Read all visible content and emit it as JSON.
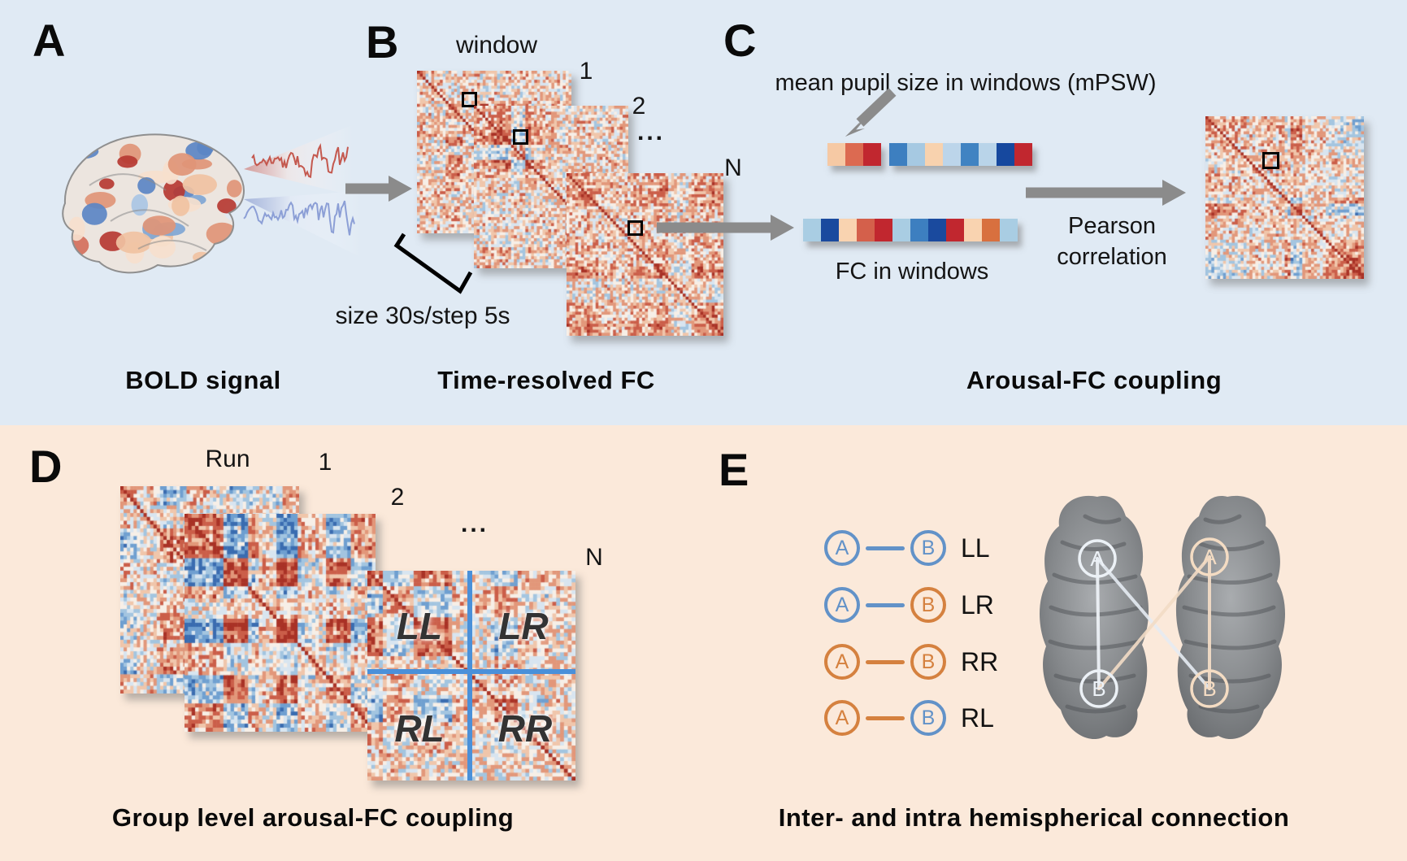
{
  "colors": {
    "bg_top": "#e0eaf4",
    "bg_bottom": "#fbe9da",
    "arrow_gray": "#8b8b8b",
    "series_red": "#c4584e",
    "series_blue": "#8c9fd6",
    "node_blue": "#6292c8",
    "node_orange": "#d5813f",
    "divider_blue": "#4a90d9",
    "hemi_left_node": "#ecf1f6",
    "hemi_right_node": "#f4dcc3"
  },
  "panelA": {
    "label": "A",
    "caption": "BOLD signal"
  },
  "panelB": {
    "label": "B",
    "window_label": "window",
    "numbers": [
      "1",
      "2",
      "...",
      "N"
    ],
    "bracket_note": "size 30s/step 5s",
    "caption": "Time-resolved FC"
  },
  "panelC": {
    "label": "C",
    "pupil_label": "mean pupil size in windows (mPSW)",
    "fc_label": "FC in windows",
    "method": [
      "Pearson",
      "correlation"
    ],
    "caption": "Arousal-FC coupling",
    "mpsw_strip": {
      "gap_after_index": 2,
      "cells": [
        "#f6c9a4",
        "#dc6a51",
        "#c1272f",
        "#3d7fc0",
        "#a6c9e2",
        "#f8d2ae",
        "#bcd5ea",
        "#4083c2",
        "#b9d4e9",
        "#16489e",
        "#c1272f"
      ]
    },
    "fc_strip": {
      "cells": [
        "#a9cde3",
        "#1a4a9e",
        "#f9d3b0",
        "#d4604b",
        "#c1272f",
        "#a9cde3",
        "#3d7fc0",
        "#1a4a9e",
        "#c1272f",
        "#f9d3b0",
        "#d8703f",
        "#a9cde3"
      ]
    }
  },
  "panelD": {
    "label": "D",
    "run_label": "Run",
    "numbers": [
      "1",
      "2",
      "...",
      "N"
    ],
    "quadrants": {
      "top_left": "LL",
      "top_right": "LR",
      "bottom_left": "RL",
      "bottom_right": "RR"
    },
    "caption": "Group level arousal-FC coupling"
  },
  "panelE": {
    "label": "E",
    "connections": [
      {
        "a": "A",
        "b": "B",
        "a_color": "#6292c8",
        "line_color": "#6292c8",
        "b_color": "#6292c8",
        "label": "LL"
      },
      {
        "a": "A",
        "b": "B",
        "a_color": "#6292c8",
        "line_color": "#6292c8",
        "b_color": "#d5813f",
        "label": "LR"
      },
      {
        "a": "A",
        "b": "B",
        "a_color": "#d5813f",
        "line_color": "#d5813f",
        "b_color": "#d5813f",
        "label": "RR"
      },
      {
        "a": "A",
        "b": "B",
        "a_color": "#d5813f",
        "line_color": "#d5813f",
        "b_color": "#6292c8",
        "label": "RL"
      }
    ],
    "hemisphere_nodes": {
      "left": [
        "A",
        "B"
      ],
      "right": [
        "A",
        "B"
      ]
    },
    "caption": "Inter- and intra hemispherical connection"
  }
}
